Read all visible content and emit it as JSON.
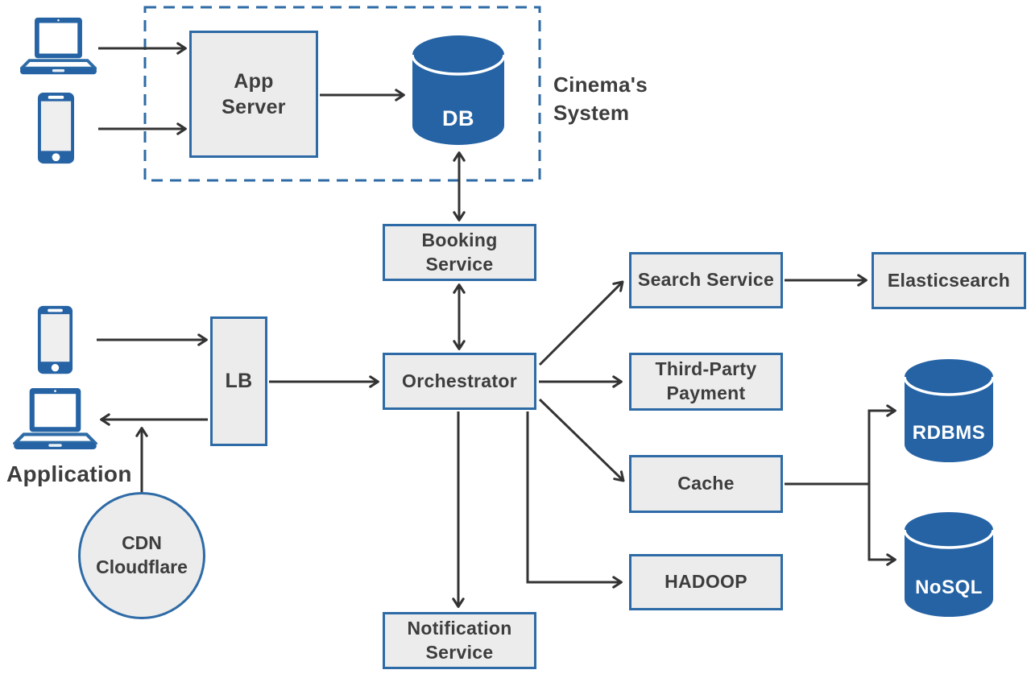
{
  "colors": {
    "accent-blue": "#2563a5",
    "border-blue": "#2e6ba6",
    "box-fill": "#ececec",
    "arrow": "#333333",
    "text": "#3d3d3d"
  },
  "group": {
    "cinemas_system_label": "Cinema's\nSystem"
  },
  "labels": {
    "application": "Application"
  },
  "nodes": {
    "app_server": "App\nServer",
    "db": "DB",
    "booking_service": "Booking\nService",
    "orchestrator": "Orchestrator",
    "lb": "LB",
    "cdn": "CDN\nCloudflare",
    "search_service": "Search Service",
    "elasticsearch": "Elasticsearch",
    "third_party_payment": "Third-Party\nPayment",
    "cache": "Cache",
    "hadoop": "HADOOP",
    "notification_service": "Notification\nService",
    "rdbms": "RDBMS",
    "nosql": "NoSQL"
  },
  "icons": {
    "devices": [
      "laptop-icon",
      "smartphone-icon",
      "smartphone-icon",
      "laptop-icon"
    ],
    "datastores": [
      "database-cylinder-icon",
      "database-cylinder-icon",
      "database-cylinder-icon"
    ]
  }
}
